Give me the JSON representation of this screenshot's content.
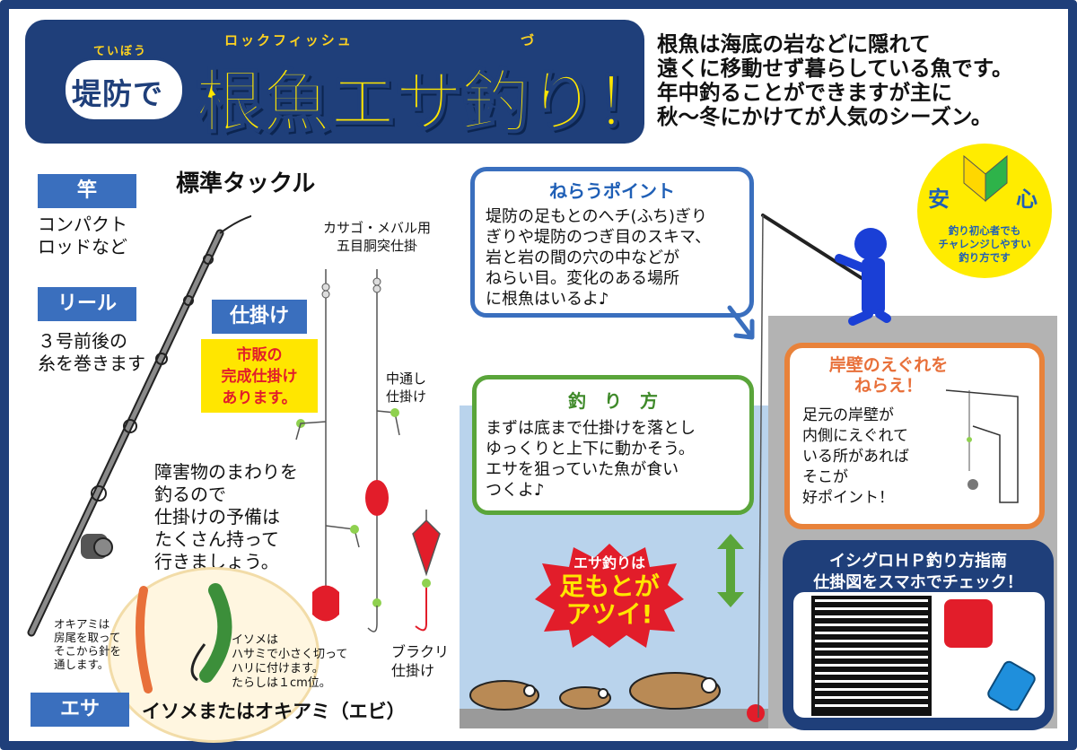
{
  "header": {
    "teibou_ruby": "ていぼう",
    "teibou": "堤防で",
    "main_ruby": "ロックフィッシュ",
    "main_ruby2": "づ",
    "main_title": "根魚エサ釣り！",
    "intro_lines": [
      "根魚は海底の岩などに隠れて",
      "遠くに移動せず暮らしている魚です。",
      "年中釣ることができますが主に",
      "秋〜冬にかけてが人気のシーズン。"
    ]
  },
  "tackle": {
    "heading": "標準タックル",
    "rod_label": "竿",
    "rod_text_lines": [
      "コンパクト",
      "ロッドなど"
    ],
    "reel_label": "リール",
    "reel_text_lines": [
      "３号前後の",
      "糸を巻きます"
    ],
    "rig_label": "仕掛け",
    "rig_note_lines": [
      "市販の",
      "完成仕掛け",
      "あります。"
    ],
    "rig1_lines": [
      "カサゴ・メバル用",
      "五目胴突仕掛"
    ],
    "rig2_lines": [
      "中通し",
      "仕掛け"
    ],
    "rig3_lines": [
      "ブラクリ",
      "仕掛け"
    ],
    "spare_lines": [
      "障害物のまわりを",
      "釣るので",
      "仕掛けの予備は",
      "たくさん持って",
      "行きましょう。"
    ]
  },
  "bait": {
    "label": "エサ",
    "text": "イソメまたはオキアミ（エビ）",
    "okiami_lines": [
      "オキアミは",
      "房尾を取って",
      "そこから針を",
      "通します。"
    ],
    "isome_lines": [
      "イソメは",
      "ハサミで小さく切って",
      "ハリに付けます。",
      "たらしは１cm位。"
    ]
  },
  "point": {
    "title": "ねらうポイント",
    "lines": [
      "堤防の足もとのへチ(ふち)ぎり",
      "ぎりや堤防のつぎ目のスキマ、",
      "岩と岩の間の穴の中などが",
      "ねらい目。変化のある場所",
      "に根魚はいるよ♪"
    ]
  },
  "method": {
    "title": "釣　り　方",
    "lines": [
      "まずは底まで仕掛けを落とし",
      "ゆっくりと上下に動かそう。",
      "エサを狙っていた魚が食い",
      "つくよ♪"
    ]
  },
  "burst": {
    "line1": "エサ釣りは",
    "line2": "足もとが",
    "line3": "アツイ!"
  },
  "safety": {
    "left": "安",
    "right": "心",
    "lines": [
      "釣り初心者でも",
      "チャレンジしやすい",
      "釣り方です"
    ]
  },
  "wall_tip": {
    "title_lines": [
      "岸壁のえぐれを",
      "ねらえ！"
    ],
    "lines": [
      "足元の岸壁が",
      "内側にえぐれて",
      "いる所があれば",
      "そこが",
      "好ポイント！"
    ]
  },
  "qr": {
    "lines": [
      "イシグロＨＰ釣り方指南",
      "仕掛図をスマホでチェック！"
    ]
  },
  "colors": {
    "navy": "#1f3f7a",
    "label_blue": "#3a6fbe",
    "title_yellow": "#ffe600",
    "water": "#b9d3ec",
    "wall_orange": "#e8823a",
    "method_green": "#5aa53a",
    "burst_red": "#e21d2a"
  }
}
